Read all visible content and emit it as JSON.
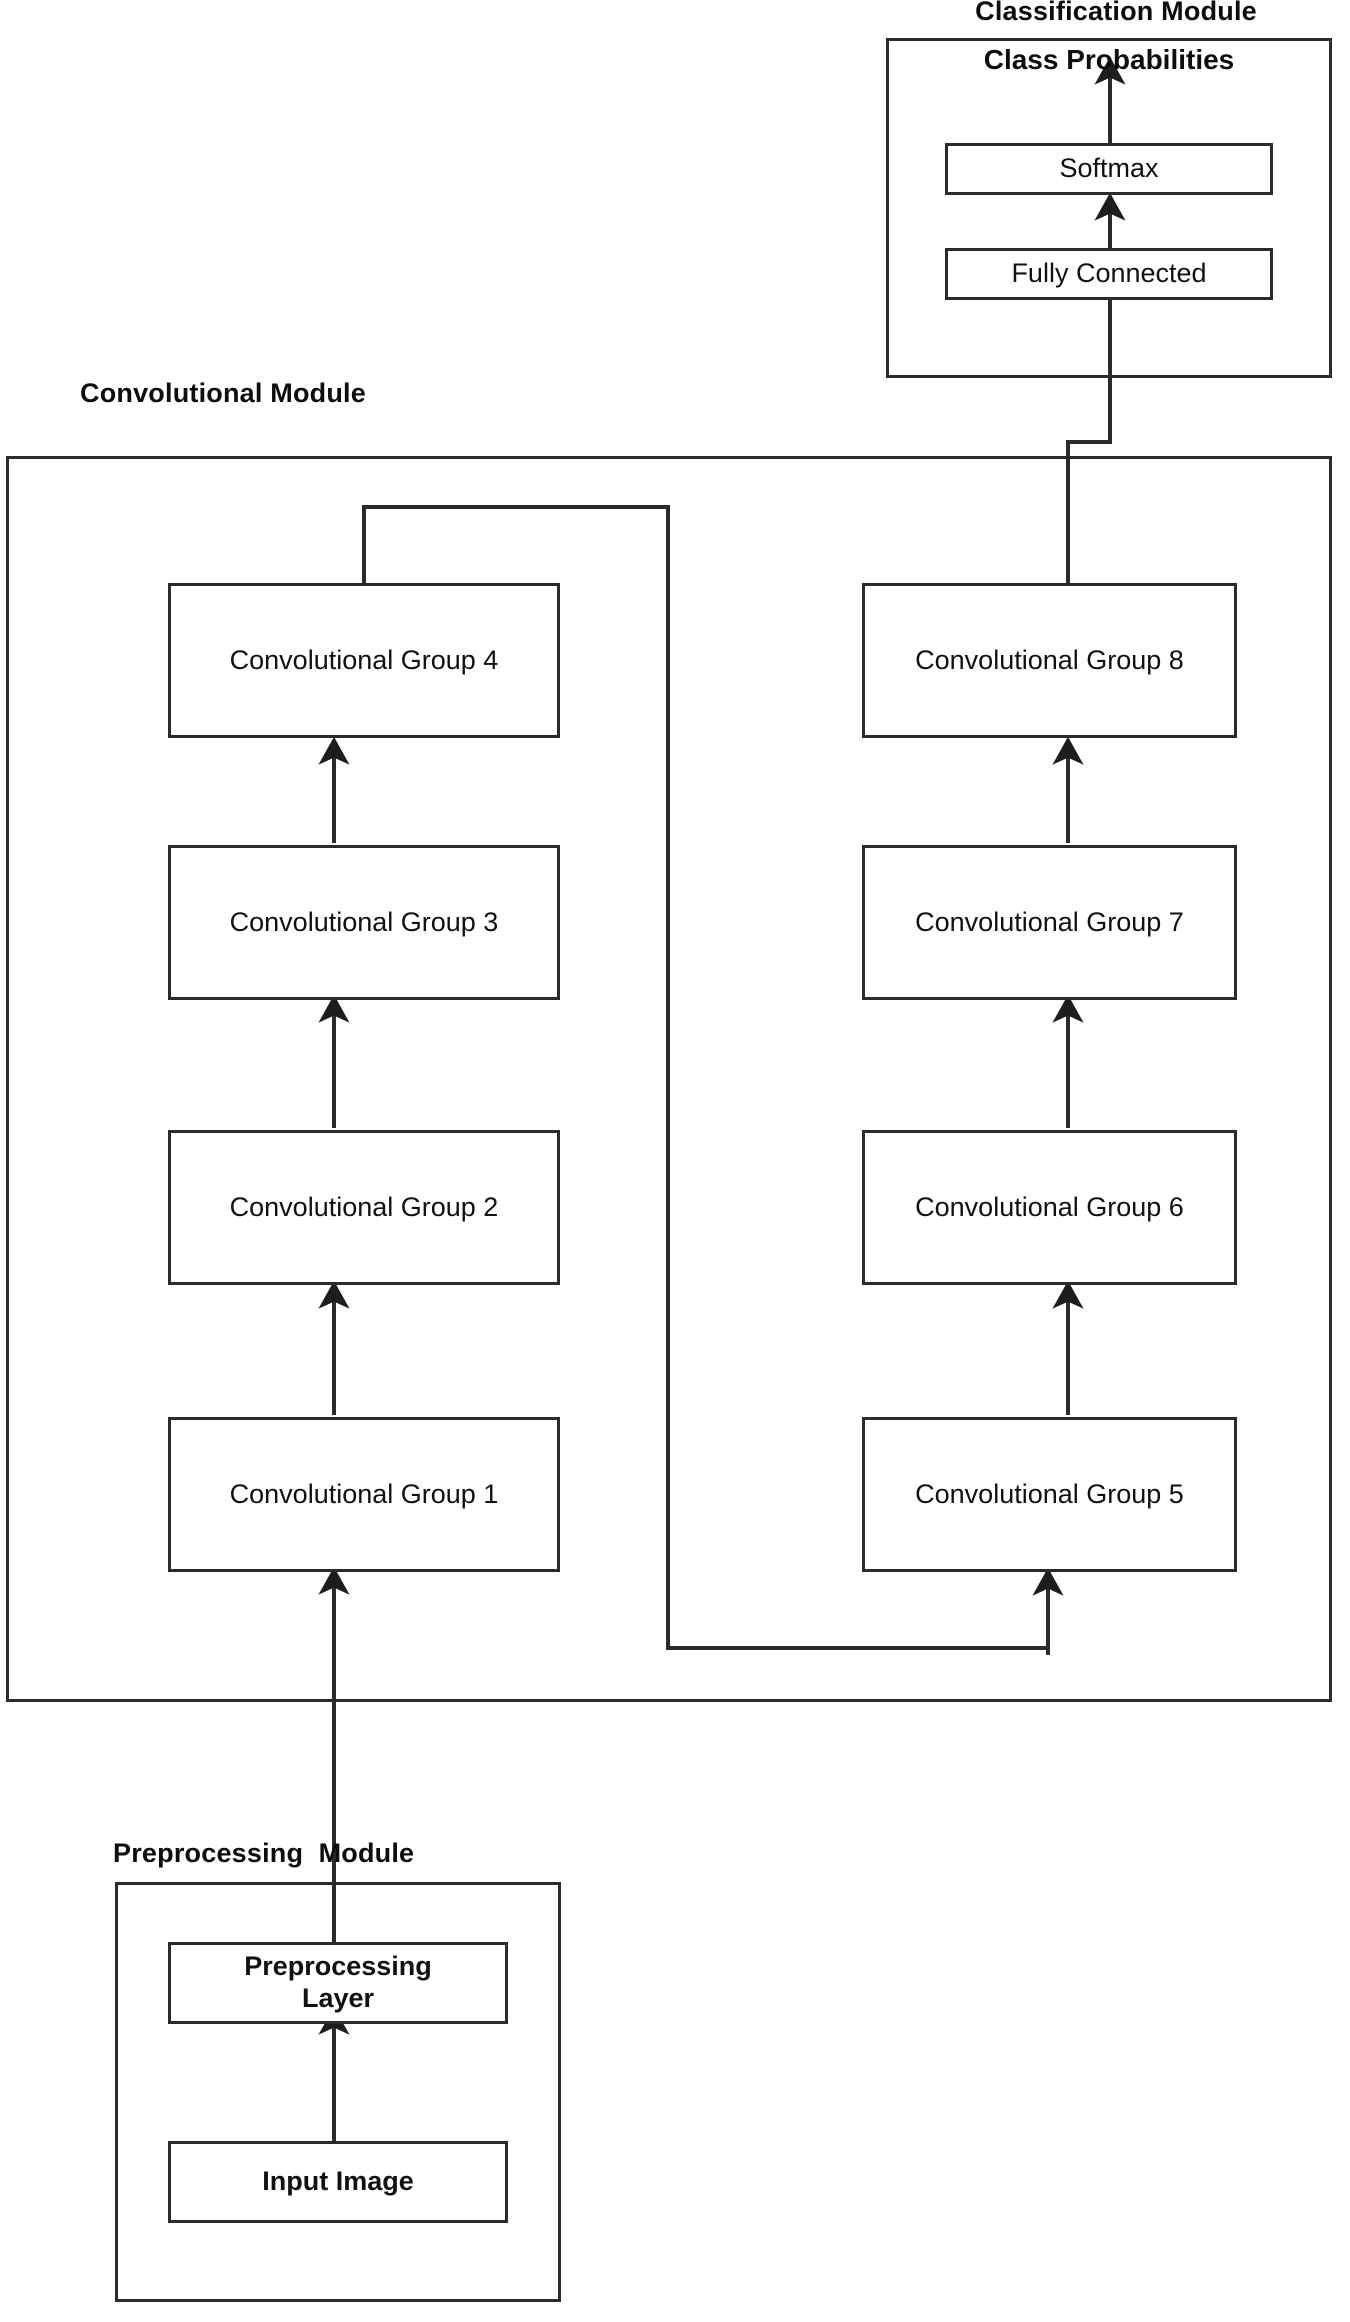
{
  "diagram": {
    "title_classification": "Classification Module",
    "title_convolutional": "Convolutional Module",
    "title_preprocessing": "Preprocessing  Module",
    "ink_color": "#2b2b2b",
    "background": "#ffffff"
  },
  "classification_module": {
    "label": "Classification Module",
    "output_label": "Class Probabilities",
    "nodes": [
      {
        "id": "softmax",
        "label": "Softmax"
      },
      {
        "id": "fully-connected",
        "label": "Fully Connected"
      }
    ]
  },
  "convolutional_module": {
    "label": "Convolutional Module",
    "left_column": [
      {
        "id": "conv-group-1",
        "label": "Convolutional Group 1"
      },
      {
        "id": "conv-group-2",
        "label": "Convolutional Group 2"
      },
      {
        "id": "conv-group-3",
        "label": "Convolutional Group 3"
      },
      {
        "id": "conv-group-4",
        "label": "Convolutional Group 4"
      }
    ],
    "right_column": [
      {
        "id": "conv-group-5",
        "label": "Convolutional Group 5"
      },
      {
        "id": "conv-group-6",
        "label": "Convolutional Group 6"
      },
      {
        "id": "conv-group-7",
        "label": "Convolutional Group 7"
      },
      {
        "id": "conv-group-8",
        "label": "Convolutional Group 8"
      }
    ]
  },
  "preprocessing_module": {
    "label": "Preprocessing  Module",
    "nodes": [
      {
        "id": "preprocessing-layer",
        "label": "Preprocessing\nLayer"
      },
      {
        "id": "input-image",
        "label": "Input Image"
      }
    ]
  },
  "flow": {
    "description": "Input Image -> Preprocessing Layer -> Convolutional Group 1 -> 2 -> 3 -> 4 -> 5 -> 6 -> 7 -> 8 -> Fully Connected -> Softmax -> Class Probabilities"
  }
}
